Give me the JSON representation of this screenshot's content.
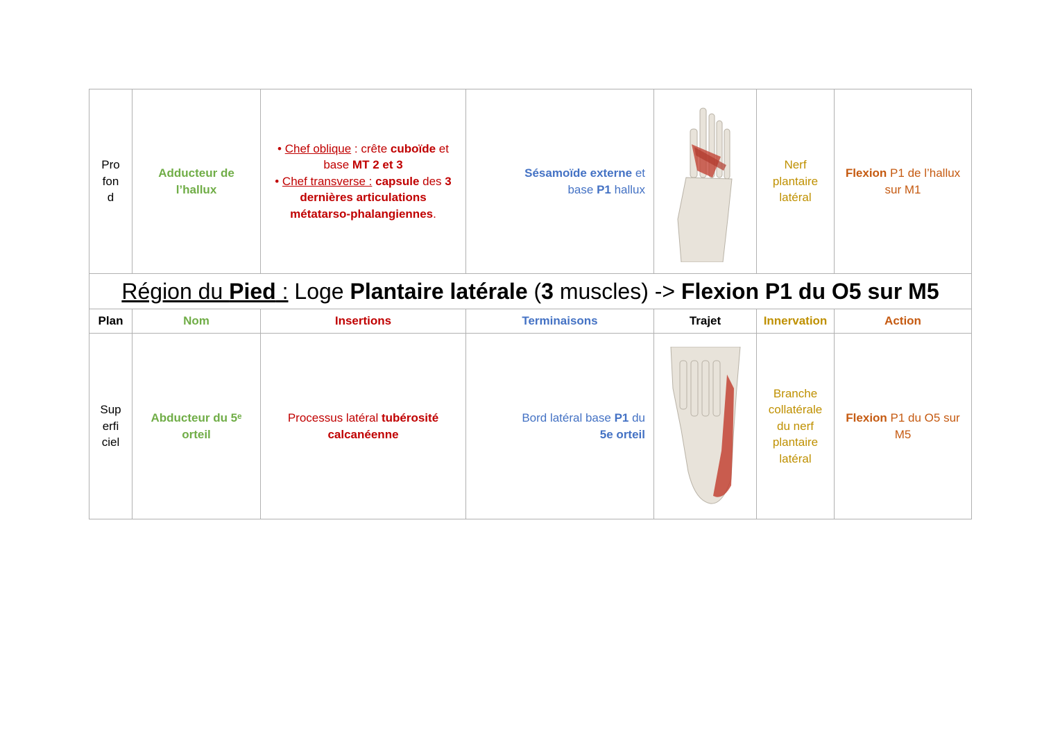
{
  "colors": {
    "nom": "#70ad47",
    "insertions": "#c00000",
    "terminaisons": "#4472c4",
    "innervation": "#bf9000",
    "action": "#c55a11",
    "muscle": "#c0392b"
  },
  "row1": {
    "plan": [
      "Pro",
      "fon",
      "d"
    ],
    "nom": [
      [
        {
          "t": "Adducteur de",
          "b": 1
        }
      ],
      [
        {
          "t": "l’hallux",
          "b": 1
        }
      ]
    ],
    "insertions": [
      [
        {
          "t": "• "
        },
        {
          "t": "Chef oblique",
          "u": 1
        },
        {
          "t": " : crête "
        },
        {
          "t": "cuboïde",
          "b": 1
        },
        {
          "t": " et"
        }
      ],
      [
        {
          "t": "base "
        },
        {
          "t": "MT 2 et 3",
          "b": 1
        }
      ],
      [
        {
          "t": "• "
        },
        {
          "t": "Chef transverse :",
          "u": 1
        },
        {
          "t": " "
        },
        {
          "t": "capsule",
          "b": 1
        },
        {
          "t": " des "
        },
        {
          "t": "3",
          "b": 1
        }
      ],
      [
        {
          "t": "dernières articulations",
          "b": 1
        }
      ],
      [
        {
          "t": "métatarso-phalangiennes",
          "b": 1
        },
        {
          "t": "."
        }
      ]
    ],
    "terminaisons": [
      [
        {
          "t": "Sésamoïde externe",
          "b": 1
        },
        {
          "t": " et"
        }
      ],
      [
        {
          "t": "base "
        },
        {
          "t": "P1",
          "b": 1
        },
        {
          "t": " hallux"
        }
      ]
    ],
    "innervation": [
      [
        {
          "t": "Nerf"
        }
      ],
      [
        {
          "t": "plantaire"
        }
      ],
      [
        {
          "t": "latéral"
        }
      ]
    ],
    "action": [
      [
        {
          "t": "Flexion",
          "b": 1
        },
        {
          "t": " P1 de l’hallux"
        }
      ],
      [
        {
          "t": "sur M1"
        }
      ]
    ]
  },
  "section": {
    "title": [
      {
        "t": "Région du ",
        "u": 1
      },
      {
        "t": "Pied",
        "u": 1,
        "b": 1
      },
      {
        "t": " :",
        "u": 1
      },
      {
        "t": " Loge "
      },
      {
        "t": "Plantaire latérale",
        "b": 1
      },
      {
        "t": " ("
      },
      {
        "t": "3",
        "b": 1
      },
      {
        "t": " muscles) -> "
      },
      {
        "t": "Flexion P1 du O5 sur M5",
        "b": 1
      }
    ]
  },
  "headers": {
    "plan": "Plan",
    "nom": "Nom",
    "insertions": "Insertions",
    "terminaisons": "Terminaisons",
    "trajet": "Trajet",
    "innervation": "Innervation",
    "action": "Action"
  },
  "row2": {
    "plan": [
      "Sup",
      "erfi",
      "ciel"
    ],
    "nom": [
      [
        {
          "t": "Abducteur du 5ᵉ",
          "b": 1
        }
      ],
      [
        {
          "t": "orteil",
          "b": 1
        }
      ]
    ],
    "insertions": [
      [
        {
          "t": "Processus latéral "
        },
        {
          "t": "tubérosité",
          "b": 1
        }
      ],
      [
        {
          "t": "calcanéenne",
          "b": 1
        }
      ]
    ],
    "terminaisons": [
      [
        {
          "t": "Bord latéral base "
        },
        {
          "t": "P1",
          "b": 1
        },
        {
          "t": " du"
        }
      ],
      [
        {
          "t": "5e orteil",
          "b": 1
        }
      ]
    ],
    "innervation": [
      [
        {
          "t": "Branche"
        }
      ],
      [
        {
          "t": "collatérale"
        }
      ],
      [
        {
          "t": "du nerf"
        }
      ],
      [
        {
          "t": "plantaire"
        }
      ],
      [
        {
          "t": "latéral"
        }
      ]
    ],
    "action": [
      [
        {
          "t": "Flexion",
          "b": 1
        },
        {
          "t": " P1 du O5 sur"
        }
      ],
      [
        {
          "t": "M5"
        }
      ]
    ]
  }
}
